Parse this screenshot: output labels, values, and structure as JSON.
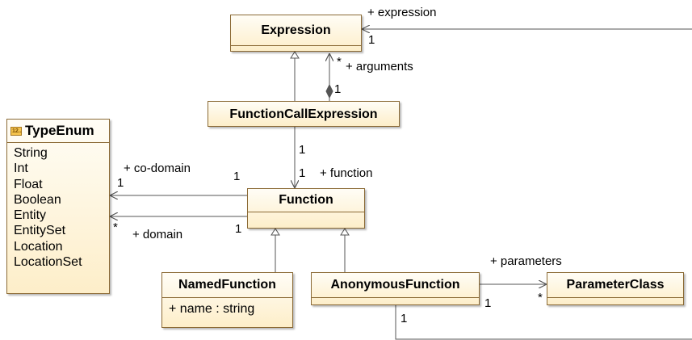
{
  "classes": {
    "expression": "Expression",
    "function_call_expression": "FunctionCallExpression",
    "function": "Function",
    "named_function": "NamedFunction",
    "anonymous_function": "AnonymousFunction",
    "parameter_class": "ParameterClass"
  },
  "named_function_attrs": [
    "+ name : string"
  ],
  "type_enum": {
    "name": "TypeEnum",
    "icon_text": "12..",
    "literals": [
      "String",
      "Int",
      "Float",
      "Boolean",
      "Entity",
      "EntitySet",
      "Location",
      "LocationSet"
    ]
  },
  "roles": {
    "expression": "+ expression",
    "arguments": "+ arguments",
    "function": "+ function",
    "co_domain": "+ co-domain",
    "domain": "+ domain",
    "parameters": "+ parameters"
  },
  "multiplicities": {
    "expression_end": "1",
    "arguments_many": "*",
    "arguments_one": "1",
    "function_call_one": "1",
    "function_one": "1",
    "co_domain_target": "1",
    "co_domain_source": "1",
    "domain_target": "*",
    "domain_source": "1",
    "parameters_source": "1",
    "parameters_target": "*",
    "anonymous_expression": "1"
  },
  "colors": {
    "class_fill": "#fdeec9",
    "class_border": "#8b6a35",
    "line": "#555555"
  }
}
